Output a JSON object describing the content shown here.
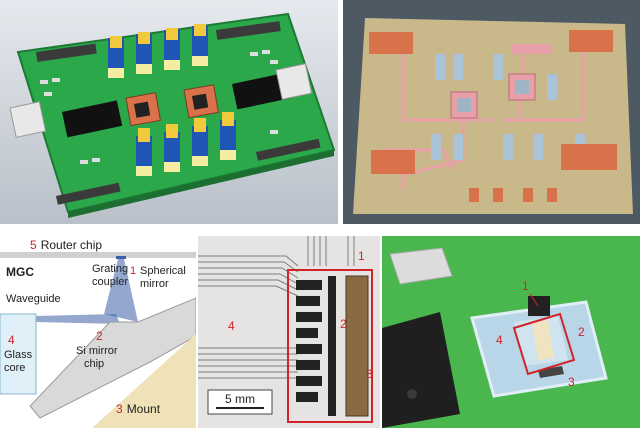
{
  "colors": {
    "label_red": "#d2232a",
    "pcb_green": "#2aa84a",
    "board_beige": "#c9b98a",
    "trace_copper": "#d9724a",
    "trace_pink": "#e8a0a8",
    "mount_tan": "#efe2b8",
    "glass_blue": "#dff0f8",
    "beam_blue": "#3b5fa8",
    "bg_green": "#49b64e",
    "router_grey": "#cfcfcf"
  },
  "diagram": {
    "router": {
      "num": "5",
      "text": "Router chip"
    },
    "mgc": "MGC",
    "grating": {
      "line1": "Grating",
      "line2": "coupler"
    },
    "mirror": {
      "num": "1",
      "line1": "Spherical",
      "line2": "mirror"
    },
    "waveguide": "Waveguide",
    "glass": {
      "num": "4",
      "line1": "Glass",
      "line2": "core"
    },
    "si_mirror": {
      "num": "2",
      "line1": "Si mirror",
      "line2": "chip"
    },
    "mount": {
      "num": "3",
      "text": "Mount"
    }
  },
  "micrograph": {
    "n1": "1",
    "n2": "2",
    "n3": "3",
    "n4": "4",
    "scale": "5 mm"
  },
  "closeup": {
    "n1": "1",
    "n2": "2",
    "n3": "3",
    "n4": "4"
  }
}
